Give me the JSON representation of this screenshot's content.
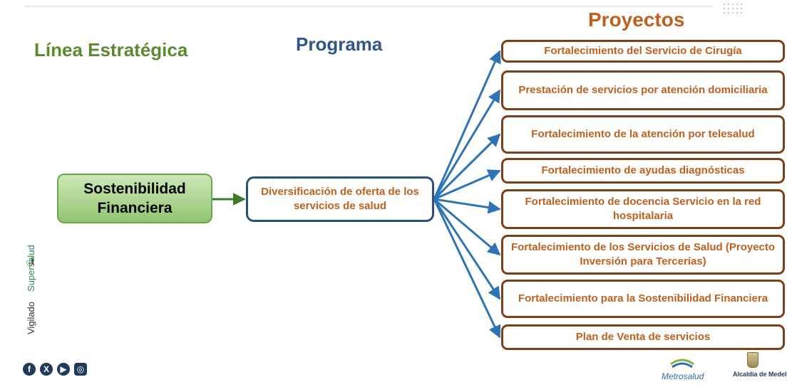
{
  "headings": {
    "linea": "Línea Estratégica",
    "programa": "Programa",
    "proyectos": "Proyectos"
  },
  "linea_estrategica": "Sostenibilidad Financiera",
  "programa": "Diversificación de oferta de los servicios de salud",
  "proyectos": [
    "Fortalecimiento del Servicio de Cirugía",
    "Prestación de servicios por atención domiciliaria",
    "Fortalecimiento de la atención por telesalud",
    "Fortalecimiento de ayudas diagnósticas",
    "Fortalecimiento de docencia Servicio en la red hospitalaria",
    "Fortalecimiento de los Servicios de Salud (Proyecto Inversión para Tercerías)",
    "Fortalecimiento para la Sostenibilidad Financiera",
    "Plan de Venta de servicios"
  ],
  "side_label": {
    "vigilado": "Vigilado",
    "supersalud": "Supersalud"
  },
  "logos": {
    "metrosalud": "Metrosalud",
    "alcaldia": "Alcaldía de Medellín"
  },
  "social_icons": [
    "facebook-icon",
    "x-icon",
    "youtube-icon",
    "instagram-icon"
  ],
  "colors": {
    "green": "#6aa84f",
    "blue": "#2c4f7c",
    "orange": "#c0601f",
    "brown": "#7b3f1a",
    "arrow": "#2e74b5"
  }
}
